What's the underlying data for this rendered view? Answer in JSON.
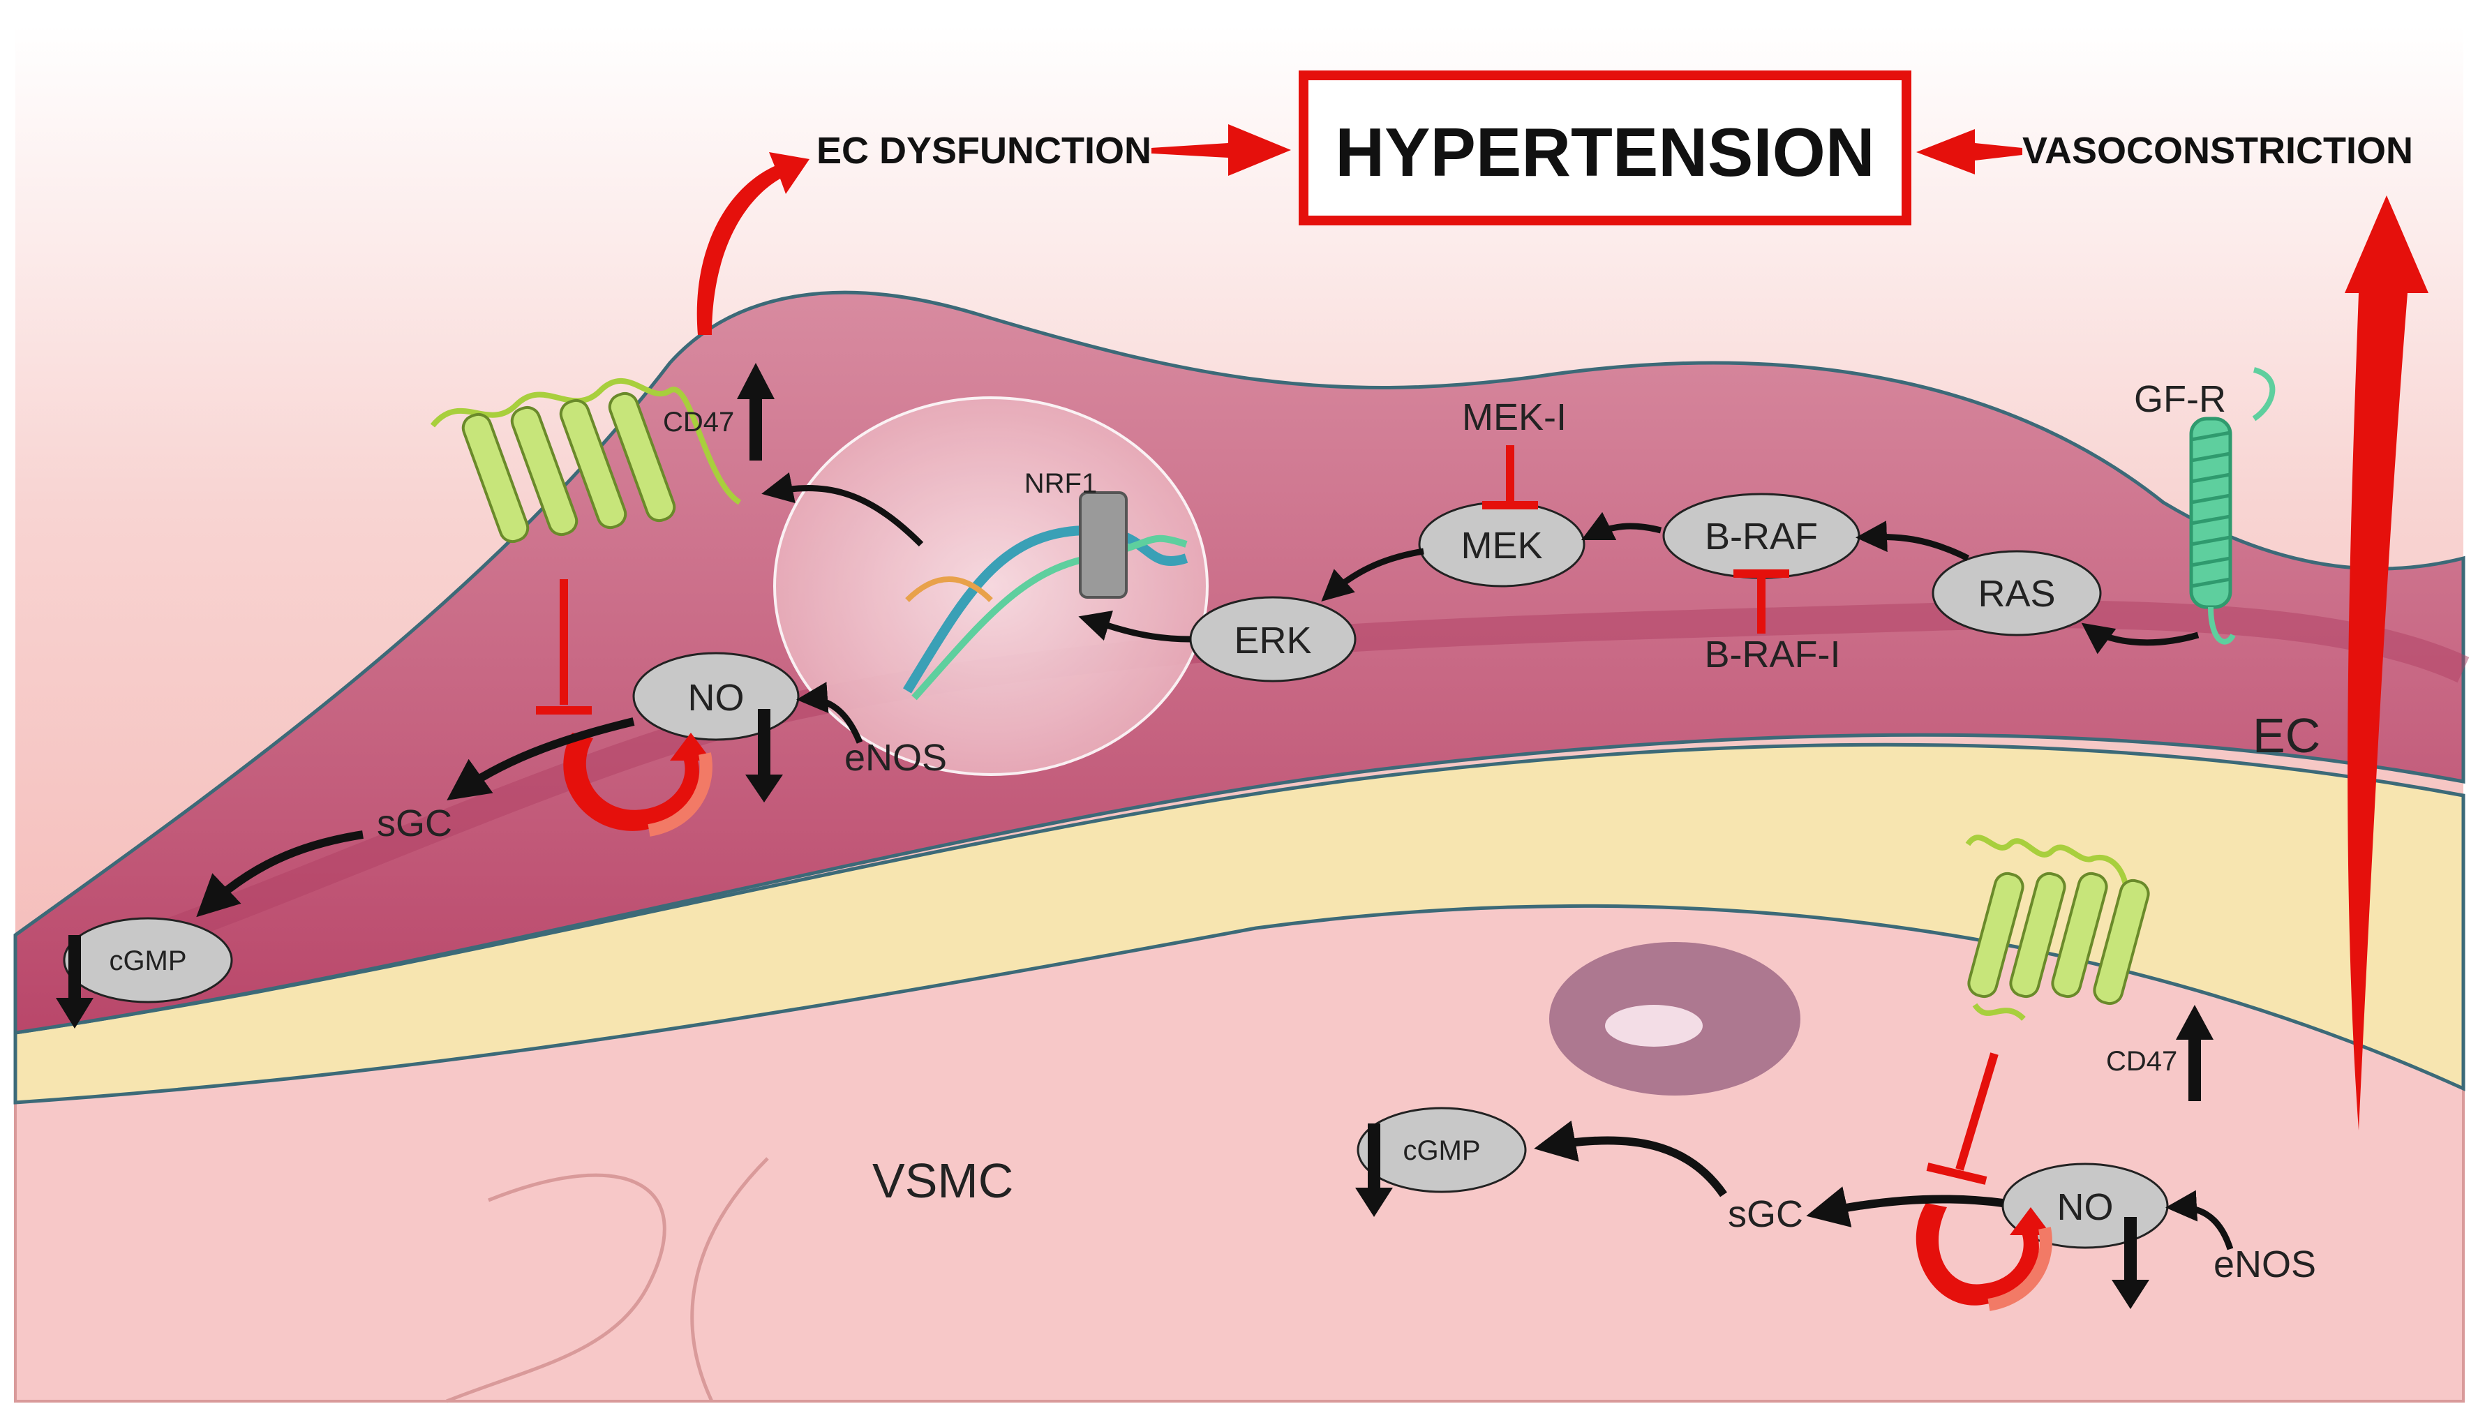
{
  "title": "HYPERTENSION",
  "effects": {
    "left": "EC DYSFUNCTION",
    "right": "VASOCONSTRICTION"
  },
  "cells": {
    "endothelial": "EC",
    "smooth_muscle": "VSMC"
  },
  "ec_pathway": {
    "receptor": "GF-R",
    "ras": "RAS",
    "braf": "B-RAF",
    "braf_inhibitor": "B-RAF-I",
    "mek": "MEK",
    "mek_inhibitor": "MEK-I",
    "erk": "ERK",
    "transcription_factor": "NRF1",
    "cd47": "CD47",
    "no": "NO",
    "enos": "eNOS",
    "sgc": "sGC",
    "cgmp": "cGMP"
  },
  "vsmc_pathway": {
    "cd47": "CD47",
    "no": "NO",
    "enos": "eNOS",
    "sgc": "sGC",
    "cgmp": "cGMP"
  },
  "colors": {
    "background": "#f6c9c8",
    "ec_tissue": "#c35a79",
    "ec_inner": "#d48197",
    "nucleus": "#f0c3cb",
    "basement_membrane": "#f7e5b0",
    "vsmc": "#f7c8c8",
    "node_fill": "#c8c8c8",
    "inhibit": "#e5100c",
    "effect_arrow": "#e5100c",
    "cd47_helix": "#c7e57a",
    "gfr_helix": "#5ecf9e"
  },
  "icons": {
    "up": "arrow-up-icon",
    "down": "arrow-down-icon",
    "inhibit": "inhibition-bar-icon",
    "feedback": "curved-feedback-arrow-icon"
  }
}
